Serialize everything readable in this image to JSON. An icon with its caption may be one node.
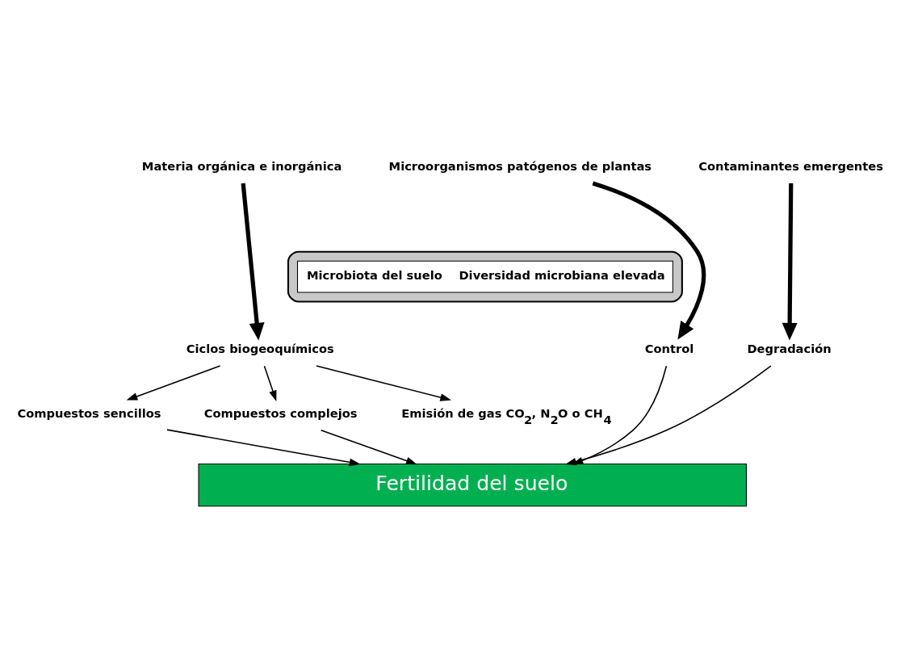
{
  "diagram": {
    "nodes": [
      {
        "text": [
          "Materia orgánica e inorgánica"
        ]
      },
      {
        "text": [
          "Microorganismos patógenos de plantas"
        ]
      },
      {
        "text": [
          "Contaminantes emergentes"
        ]
      },
      {
        "text": [
          "Microbiota del suelo",
          "Diversidad microbiana elevada"
        ]
      },
      {
        "text": [
          "Emisión de gas CO$_{2}$, N$_{2}$O o CH$_{4}$"
        ]
      },
      {
        "text": [
          "Ciclos biogeoquímicos"
        ]
      },
      {
        "text": [
          "Control"
        ]
      },
      {
        "text": [
          "Degradación"
        ]
      },
      {
        "text": [
          "Compuestos sencillos"
        ]
      },
      {
        "text": [
          "Compuestos complejos"
        ]
      },
      {
        "text": [
          "Fertilidad del suelo"
        ]
      }
    ],
    "edges": [
      {
        "from": 0,
        "to": 5,
        "arrow": "to",
        "style": "thick"
      },
      {
        "from": 1,
        "to": 6,
        "arrow": "to",
        "style": "thick"
      },
      {
        "from": 2,
        "to": 7,
        "arrow": "to",
        "style": "thick"
      },
      {
        "from": 5,
        "to": 4,
        "arrow": "to"
      },
      {
        "from": 5,
        "to": 8,
        "arrow": "to"
      },
      {
        "from": 5,
        "to": 9,
        "arrow": "to"
      },
      {
        "from": 8,
        "to": 10,
        "arrow": "to"
      },
      {
        "from": 9,
        "to": 10,
        "arrow": "to"
      },
      {
        "from": 6,
        "to": 10,
        "arrow": "to"
      },
      {
        "from": 7,
        "to": 10,
        "arrow": "to"
      }
    ]
  }
}
